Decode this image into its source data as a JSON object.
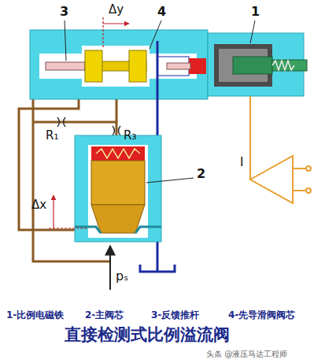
{
  "diagram": {
    "title": "直接检测式比例溢流阀",
    "labels": [
      "3",
      "4",
      "1",
      "Δy",
      "R₁",
      "R₃",
      "2",
      "Δx",
      "I",
      "pₛ",
      "1-比例电磁铁",
      "2-主阀芯",
      "3-反馈推杆",
      "4-先导滑阀阀芯",
      "头条 @液压马达工程师"
    ]
  }
}
